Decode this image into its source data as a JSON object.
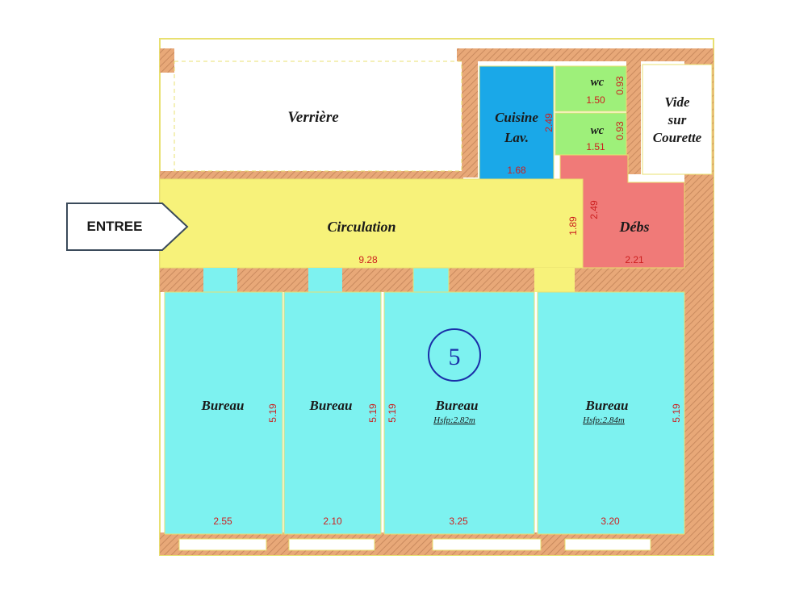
{
  "entrance": {
    "label": "ENTREE"
  },
  "plan_number": "5",
  "rooms": {
    "verriere": {
      "label": "Verrière"
    },
    "cuisine": {
      "label_line1": "Cuisine",
      "label_line2": "Lav.",
      "dim_width": "1.68",
      "dim_height": "2.49"
    },
    "wc1": {
      "label": "wc",
      "dim_width": "1.50",
      "dim_height": "0.93"
    },
    "wc2": {
      "label": "wc",
      "dim_width": "1.51",
      "dim_height": "0.93"
    },
    "vide": {
      "label_line1": "Vide",
      "label_line2": "sur",
      "label_line3": "Courette"
    },
    "circulation": {
      "label": "Circulation",
      "dim_width": "9.28",
      "dim_height": "1.89"
    },
    "debs": {
      "label": "Débs",
      "dim_width": "2.21",
      "dim_height": "2.49"
    },
    "bureau1": {
      "label": "Bureau",
      "dim_width": "2.55",
      "dim_height": "5.19"
    },
    "bureau2": {
      "label": "Bureau",
      "dim_width": "2.10",
      "dim_height": "5.19"
    },
    "bureau3": {
      "label": "Bureau",
      "subtitle": "Hsfp:2.82m",
      "dim_width": "3.25",
      "dim_height": "5.19"
    },
    "bureau4": {
      "label": "Bureau",
      "subtitle": "Hsfp:2.84m",
      "dim_width": "3.20",
      "dim_height": "5.19"
    }
  },
  "colors": {
    "wall": "#e8a878",
    "wall_hatch": "#c98a5e",
    "circulation": "#f7f27a",
    "bureau": "#7df2f0",
    "cuisine": "#1aa8e8",
    "wc": "#9ef07a",
    "debs": "#f07a78",
    "outline": "#e8e070",
    "dimension_text": "#cc1f1f",
    "plan_number": "#1a2fa8"
  }
}
